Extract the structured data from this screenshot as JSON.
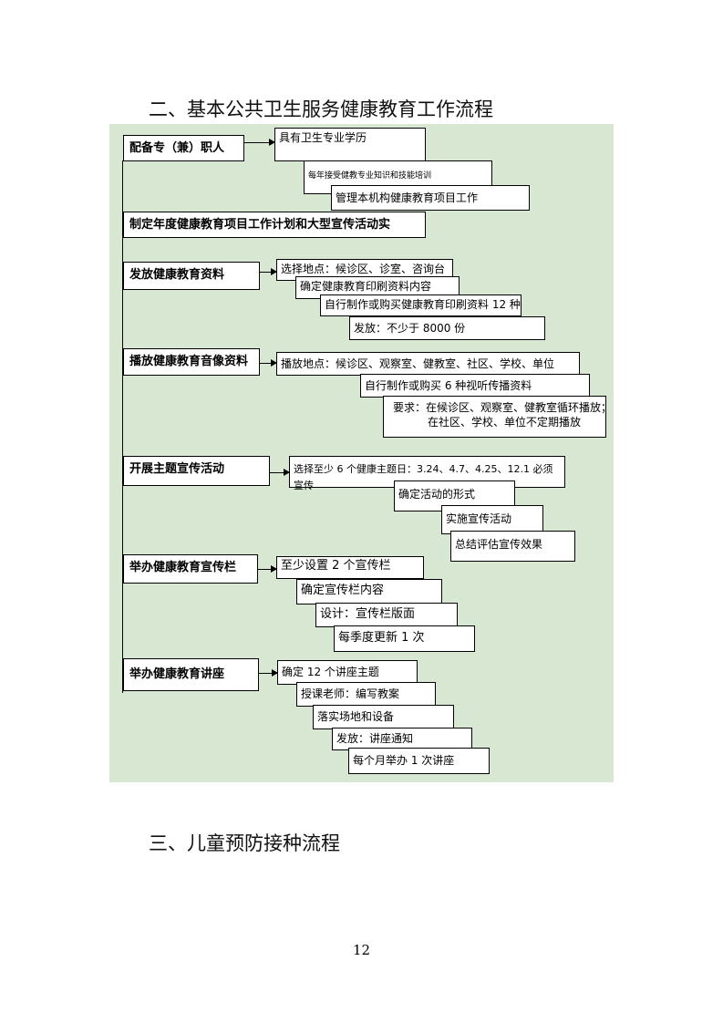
{
  "headings": {
    "section2": "二、基本公共卫生服务健康教育工作流程",
    "section3": "三、儿童预防接种流程"
  },
  "flow": {
    "staff": {
      "label": "配备专（兼）职人",
      "steps": [
        "具有卫生专业学历",
        "每年接受健教专业知识和技能培训",
        "管理本机构健康教育项目工作"
      ]
    },
    "plan": {
      "label": "制定年度健康教育项目工作计划和大型宣传活动实"
    },
    "materials": {
      "label": "发放健康教育资料",
      "steps": [
        "选择地点：候诊区、诊室、咨询台",
        "确定健康教育印刷资料内容",
        "自行制作或购买健康教育印刷资料 12 种",
        "发放：不少于 8000 份"
      ]
    },
    "av": {
      "label": "播放健康教育音像资料",
      "steps": [
        "播放地点：候诊区、观察室、健教室、社区、学校、单位",
        "自行制作或购买 6 种视听传播资料"
      ],
      "requirement_line1": "要求：在候诊区、观察室、健教室循环播放；",
      "requirement_line2": "在社区、学校、单位不定期播放"
    },
    "campaign": {
      "label": "开展主题宣传活动",
      "steps": [
        "选择至少 6 个健康主题日：3.24、4.7、4.25、12.1 必须宣传",
        "确定活动的形式",
        "实施宣传活动",
        "总结评估宣传效果"
      ]
    },
    "board": {
      "label": "举办健康教育宣传栏",
      "steps": [
        "至少设置 2 个宣传栏",
        "确定宣传栏内容",
        "设计：宣传栏版面",
        "每季度更新 1 次"
      ]
    },
    "lecture": {
      "label": "举办健康教育讲座",
      "steps": [
        "确定 12 个讲座主题",
        "授课老师：编写教案",
        "落实场地和设备",
        "发放：讲座通知",
        "每个月举办 1 次讲座"
      ]
    }
  },
  "page": {
    "number": "12"
  }
}
